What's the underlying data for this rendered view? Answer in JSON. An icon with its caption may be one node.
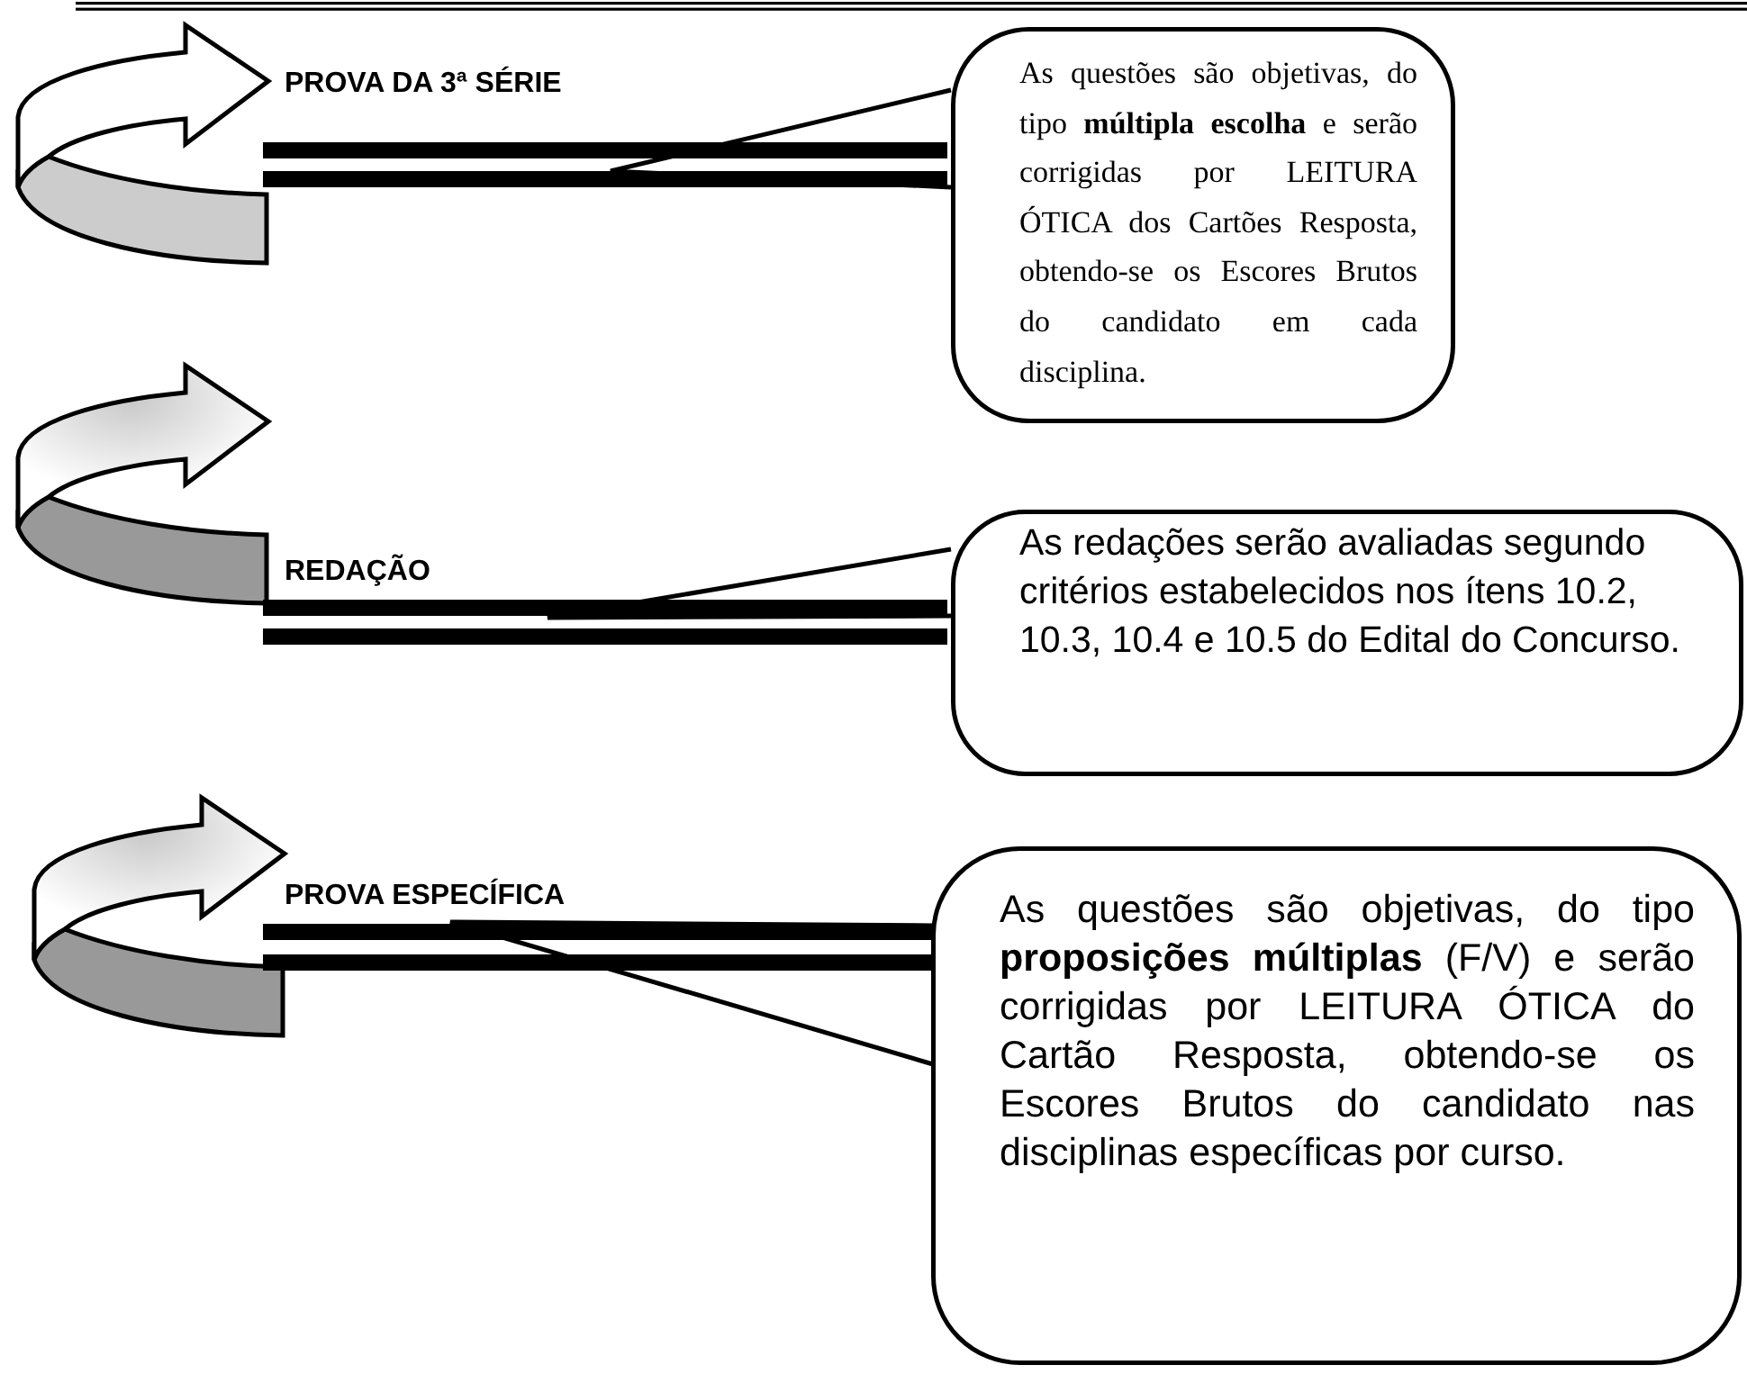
{
  "diagram": {
    "nodes": [
      {
        "text": [
          "PROVA DA 3ª SÉRIE"
        ]
      },
      {
        "text": [
          "As questões são objetivas, do tipo **múltipla escolha** e serão corrigidas por LEITURA ÓTICA dos Cartões Resposta, obtendo-se os Escores Brutos do candidato em cada disciplina."
        ]
      },
      {
        "text": [
          "REDAÇÃO"
        ]
      },
      {
        "text": [
          "As redações serão avaliadas segundo critérios estabelecidos nos ítens 10.2, 10.3, 10.4 e 10.5 do Edital do Concurso."
        ]
      },
      {
        "text": [
          "PROVA ESPECÍFICA"
        ]
      },
      {
        "text": [
          "As questões são objetivas, do tipo **proposições múltiplas** (F/V) e serão corrigidas por LEITURA ÓTICA do Cartão Resposta, obtendo-se os Escores Brutos do candidato nas disciplinas específicas por curso."
        ]
      }
    ],
    "edges": [
      {
        "from": 1,
        "to": 0,
        "arrow": "none"
      },
      {
        "from": 3,
        "to": 2,
        "arrow": "none"
      },
      {
        "from": 5,
        "to": 4,
        "arrow": "none"
      }
    ]
  }
}
